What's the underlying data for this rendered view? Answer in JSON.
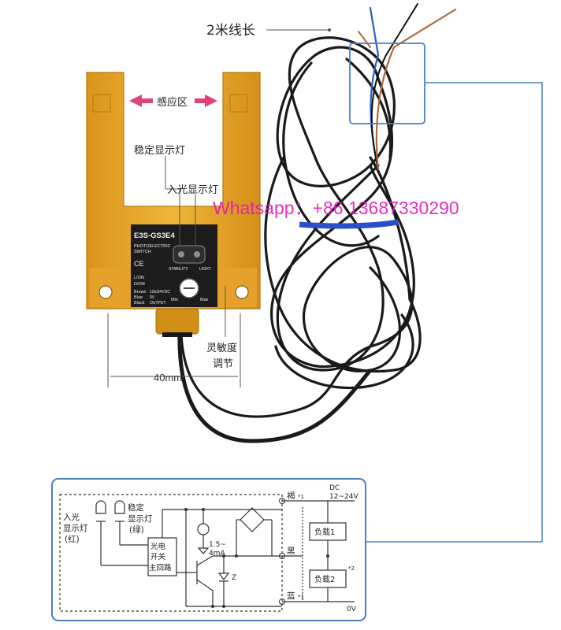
{
  "callouts": {
    "cable_length": "2米线长",
    "sensing_area": "感应区",
    "stability_indicator": "稳定显示灯",
    "light_indicator": "入光显示灯",
    "sensitivity_line1": "灵敏度",
    "sensitivity_line2": "调节",
    "slot_width": "40mm"
  },
  "watermark": "Whatsapp：+86 13687330290",
  "sensor_label": {
    "model": "E3S-GS3E4",
    "type_line1": "PHOTOELECTRIC",
    "type_line2": "SWITCH",
    "ce_mark": "CE",
    "stability": "STABILITY",
    "light": "LIGHT",
    "mode_lon": "L/ON",
    "mode_don": "D/ON",
    "brown": "Brown",
    "blue": "Blue",
    "black": "Black",
    "supply": "12to24VDC",
    "zero_v": "0V",
    "output": "OUTPUT",
    "min": "Min",
    "max": "Max"
  },
  "circuit": {
    "light_indicator_line1": "入光",
    "light_indicator_line2": "显示灯",
    "light_indicator_line3": "(红)",
    "stability_indicator_line1": "稳定",
    "stability_indicator_line2": "显示灯",
    "stability_indicator_line3": "(绿)",
    "main_circuit_line1": "光电",
    "main_circuit_line2": "开关",
    "main_circuit_line3": "主回路",
    "current": "1.5~",
    "current2": "4mA",
    "zener": "Z",
    "brown_wire": "褐",
    "black_wire": "黑",
    "blue_wire": "蓝",
    "mark_1a": "*1",
    "mark_1b": "*1",
    "mark_2": "*2",
    "dc_label": "DC",
    "dc_range": "12~24V",
    "load1": "负载1",
    "load2": "负载2",
    "zero_v": "0V"
  },
  "colors": {
    "housing_yellow": "#e8a623",
    "cable_black": "#1a1a1a",
    "frame_blue": "#4a7fc1",
    "watermark_magenta": "#e21ab2",
    "arrow_pink": "#e0427a"
  }
}
